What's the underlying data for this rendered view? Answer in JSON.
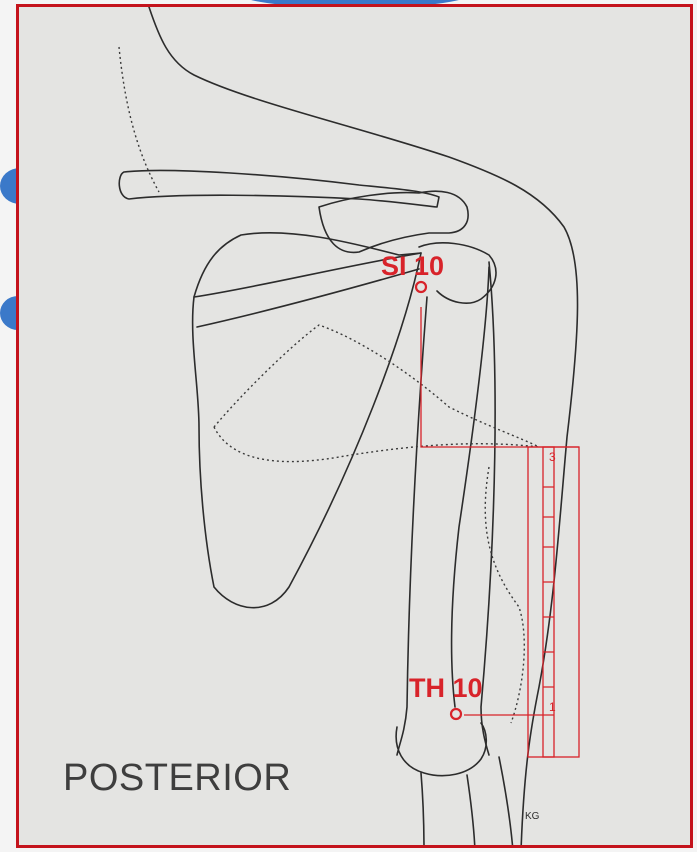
{
  "points": [
    {
      "id": "si10",
      "label": "SI 10"
    },
    {
      "id": "th10",
      "label": "TH 10"
    }
  ],
  "view_label": "POSTERIOR",
  "scale_marks": {
    "top": "3",
    "bottom": "1"
  },
  "artist_mark": "KG",
  "colors": {
    "frame": "#c4131c",
    "annotation": "#d8232a",
    "line_art": "#2c2c2c",
    "paper": "#e4e4e2",
    "accent_blob": "#3b79c9"
  }
}
